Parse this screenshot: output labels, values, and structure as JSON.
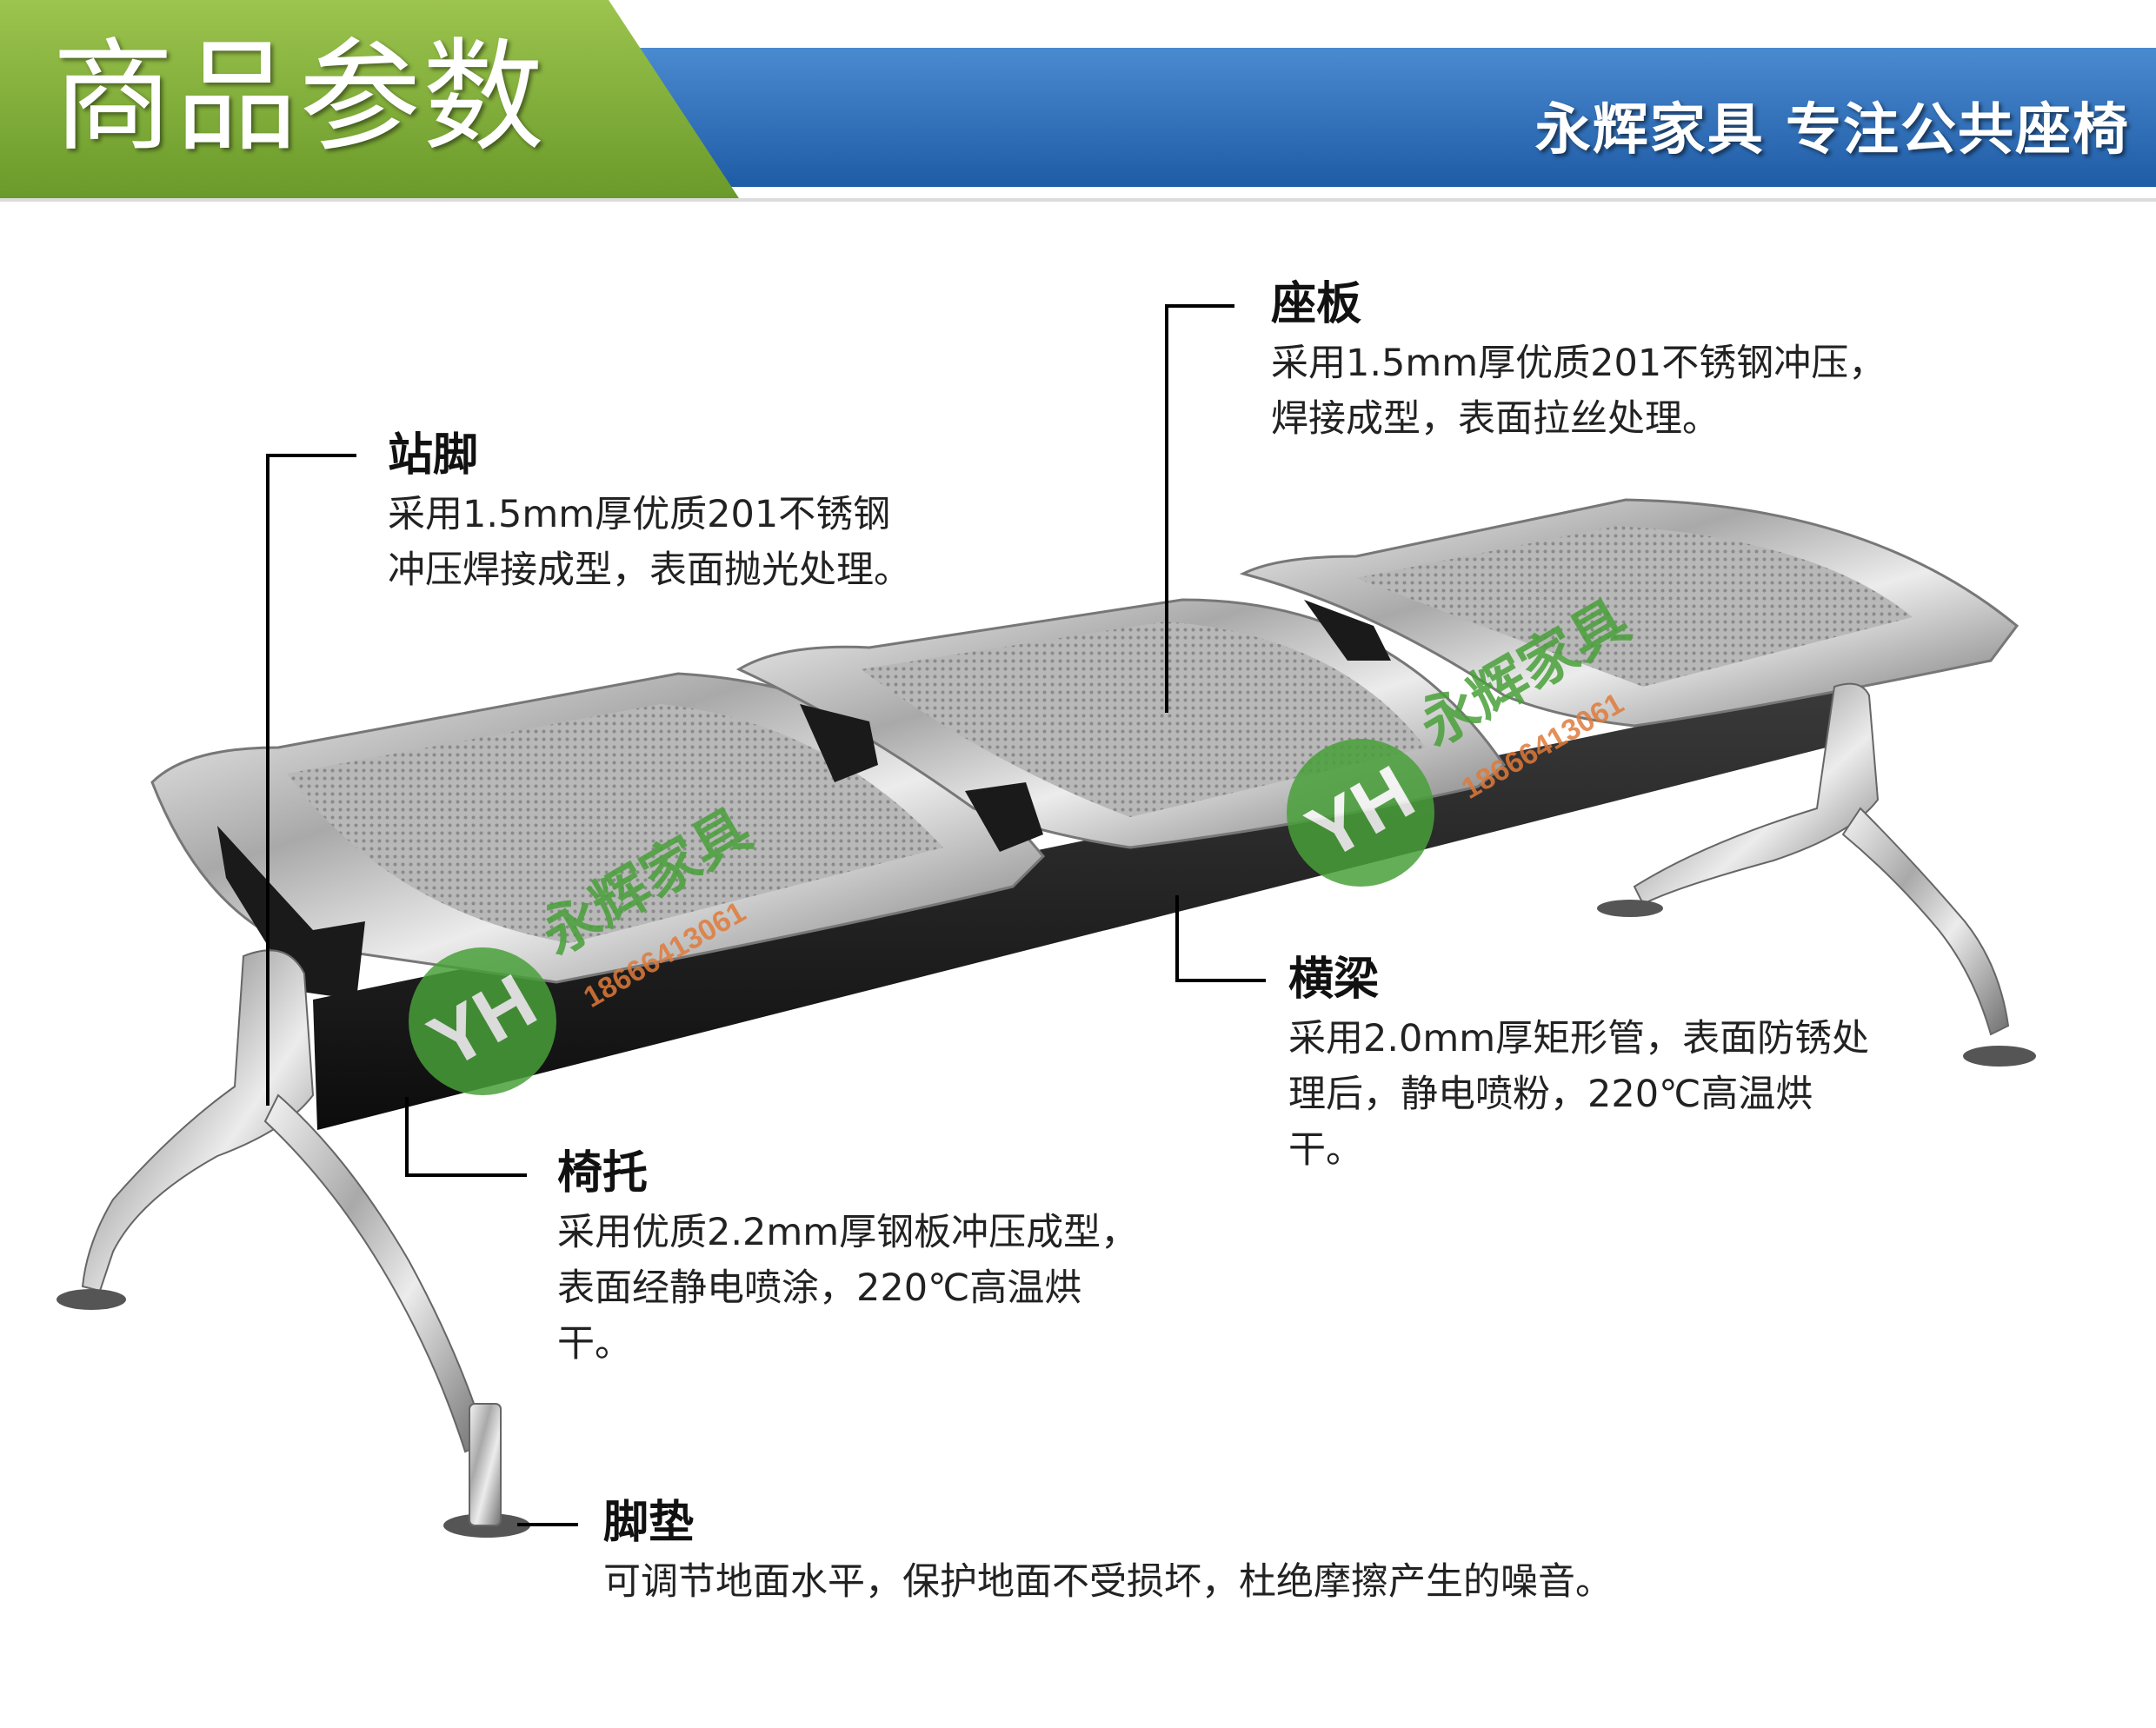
{
  "header": {
    "title": "商品参数",
    "slogan": "永辉家具  专注公共座椅",
    "colors": {
      "green": "#7fb03a",
      "blue": "#2f6fb8"
    }
  },
  "watermark": {
    "logo": "YH",
    "brand": "永辉家具",
    "phone": "18666413061"
  },
  "parts": [
    {
      "name": "座板",
      "desc": "采用1.5mm厚优质201不锈钢冲压，焊接成型，表面拉丝处理。"
    },
    {
      "name": "站脚",
      "desc": "采用1.5mm厚优质201不锈钢冲压焊接成型，表面抛光处理。"
    },
    {
      "name": "横梁",
      "desc": "采用2.0mm厚矩形管，表面防锈处理后，静电喷粉，220℃高温烘干。"
    },
    {
      "name": "椅托",
      "desc": "采用优质2.2mm厚钢板冲压成型，表面经静电喷涂，220℃高温烘干。"
    },
    {
      "name": "脚垫",
      "desc": "可调节地面水平，保护地面不受损坏，杜绝摩擦产生的噪音。"
    }
  ]
}
